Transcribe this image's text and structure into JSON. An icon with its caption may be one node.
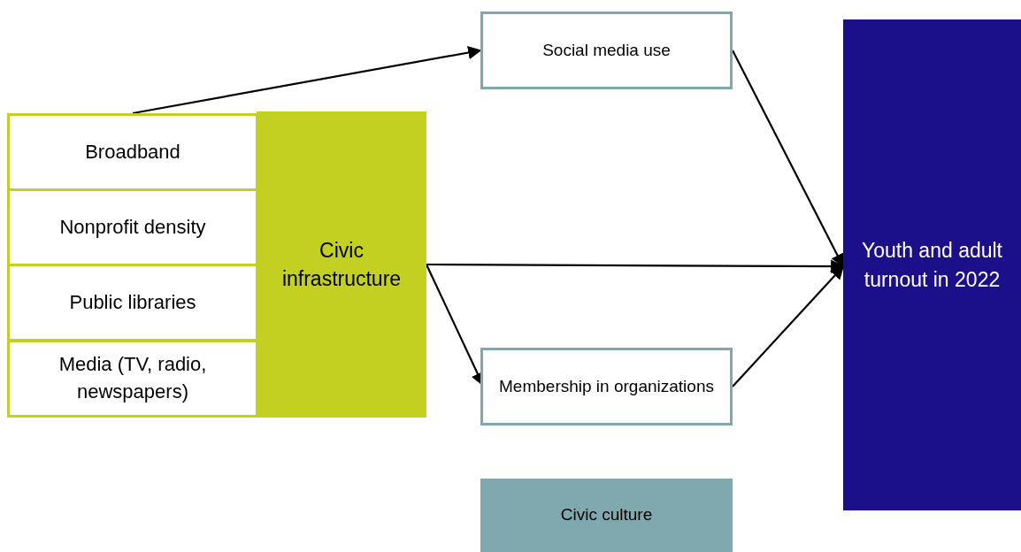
{
  "diagram": {
    "nodes": [
      {
        "text": [
          "Broadband"
        ]
      },
      {
        "text": [
          "Nonprofit density"
        ]
      },
      {
        "text": [
          "Public libraries"
        ]
      },
      {
        "text": [
          "Media (TV, radio, newspapers)"
        ]
      },
      {
        "text": [
          "Civic infrastructure"
        ]
      },
      {
        "text": [
          "Social media use"
        ]
      },
      {
        "text": [
          "Membership in organizations"
        ]
      },
      {
        "text": [
          "Youth and adult turnout in 2022"
        ]
      },
      {
        "text": [
          "Civic culture"
        ]
      }
    ],
    "edges": [
      {
        "from": 0,
        "to": 5,
        "arrow": "to"
      },
      {
        "from": 4,
        "to": 7,
        "arrow": "to"
      },
      {
        "from": 4,
        "to": 6,
        "arrow": "to"
      },
      {
        "from": 5,
        "to": 7,
        "arrow": "to"
      },
      {
        "from": 6,
        "to": 7,
        "arrow": "to"
      }
    ]
  }
}
